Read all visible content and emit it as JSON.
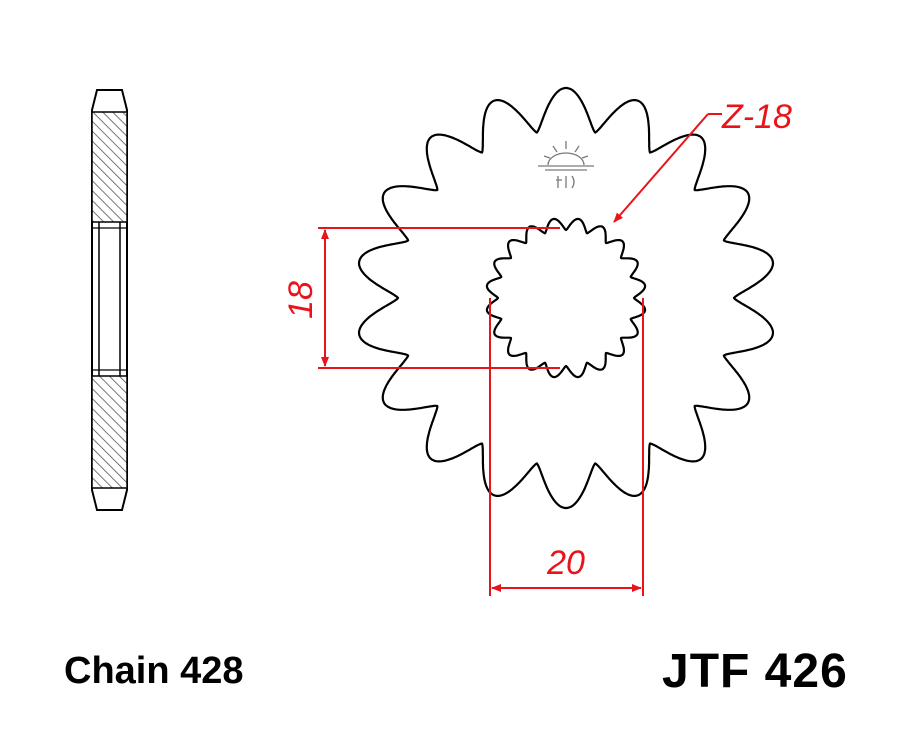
{
  "drawing": {
    "chain_label": "Chain 428",
    "part_number": "JTF 426",
    "teeth_callout": "Z-18",
    "inner_dimension": "18",
    "bore_dimension": "20",
    "teeth_count": 18,
    "spline_count": 20,
    "colors": {
      "outline": "#000000",
      "dimension": "#e8141b",
      "logo": "#7a7a7a",
      "hatch": "#555555"
    }
  }
}
